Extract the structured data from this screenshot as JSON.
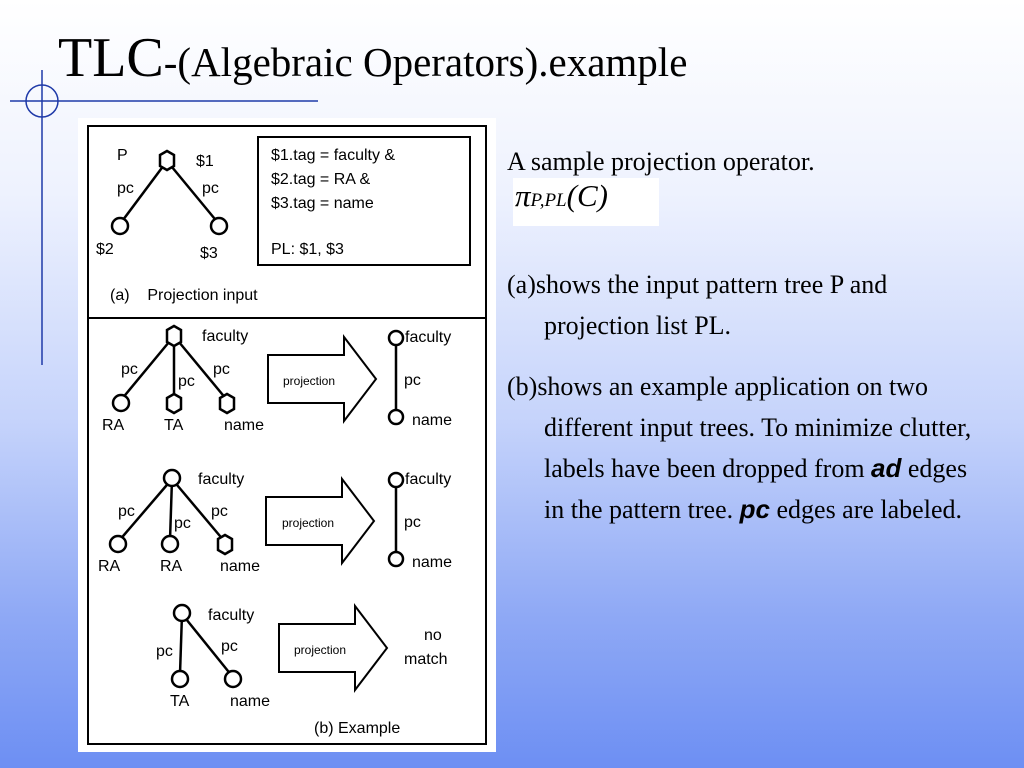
{
  "title": {
    "main": "TLC",
    "sub": "-(Algebraic Operators).example"
  },
  "intro": "A sample projection operator.",
  "formula": {
    "symbol": "π",
    "subscript": "P,PL",
    "argument": "(C)"
  },
  "paragraph_a": "(a)shows the input pattern tree P and projection list PL.",
  "paragraph_b": {
    "before": "(b)shows an example application on two different input trees. To minimize clutter, labels have been dropped from ",
    "term1": "ad",
    "middle": " edges in the pattern tree. ",
    "term2": "pc",
    "after": " edges are labeled."
  },
  "figure": {
    "panel_a": {
      "root": "P",
      "root_var": "$1",
      "edge_label": "pc",
      "left_leaf": "$2",
      "right_leaf": "$3",
      "conditions": [
        "$1.tag = faculty &",
        "$2.tag = RA &",
        "$3.tag = name"
      ],
      "projection_list": "PL: $1, $3",
      "caption": "(a)    Projection input"
    },
    "operator_label": "projection",
    "edge_label": "pc",
    "row1": {
      "root": "faculty",
      "leaves": [
        "RA",
        "TA",
        "name"
      ],
      "out_root": "faculty",
      "out_leaf": "name"
    },
    "row2": {
      "root": "faculty",
      "leaves": [
        "RA",
        "RA",
        "name"
      ],
      "out_root": "faculty",
      "out_leaf": "name"
    },
    "row3": {
      "root": "faculty",
      "leaves": [
        "TA",
        "name"
      ],
      "result": [
        "no",
        "match"
      ]
    },
    "caption_b": "(b) Example"
  }
}
